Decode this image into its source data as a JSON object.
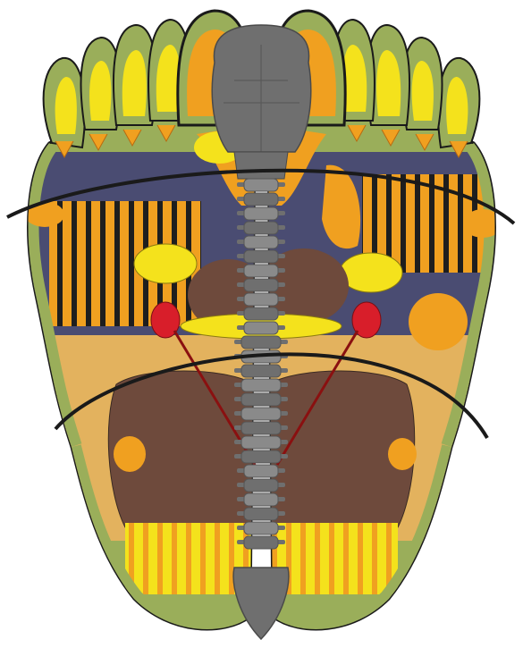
{
  "palette": {
    "background": "#ffffff",
    "outline": "#1a1a1a",
    "skin_green": "#9aae5a",
    "skin_green_dark": "#6f8236",
    "yellow": "#f4e21c",
    "orange": "#f0a020",
    "orange_dark": "#e07f10",
    "tan": "#e3b25e",
    "navy": "#4a4c72",
    "brown": "#6e4a3c",
    "brown_dark": "#5a3a2e",
    "spine_gray": "#6f6f6f",
    "spine_gray_light": "#8a8a8a",
    "spine_gray_dark": "#555555",
    "red": "#d81e2a",
    "stripe_black": "#1e1e1e"
  },
  "diagram": {
    "subject": "foot-reflexology-map",
    "feet": [
      "left-foot",
      "right-foot"
    ],
    "zone_lines": 2
  }
}
